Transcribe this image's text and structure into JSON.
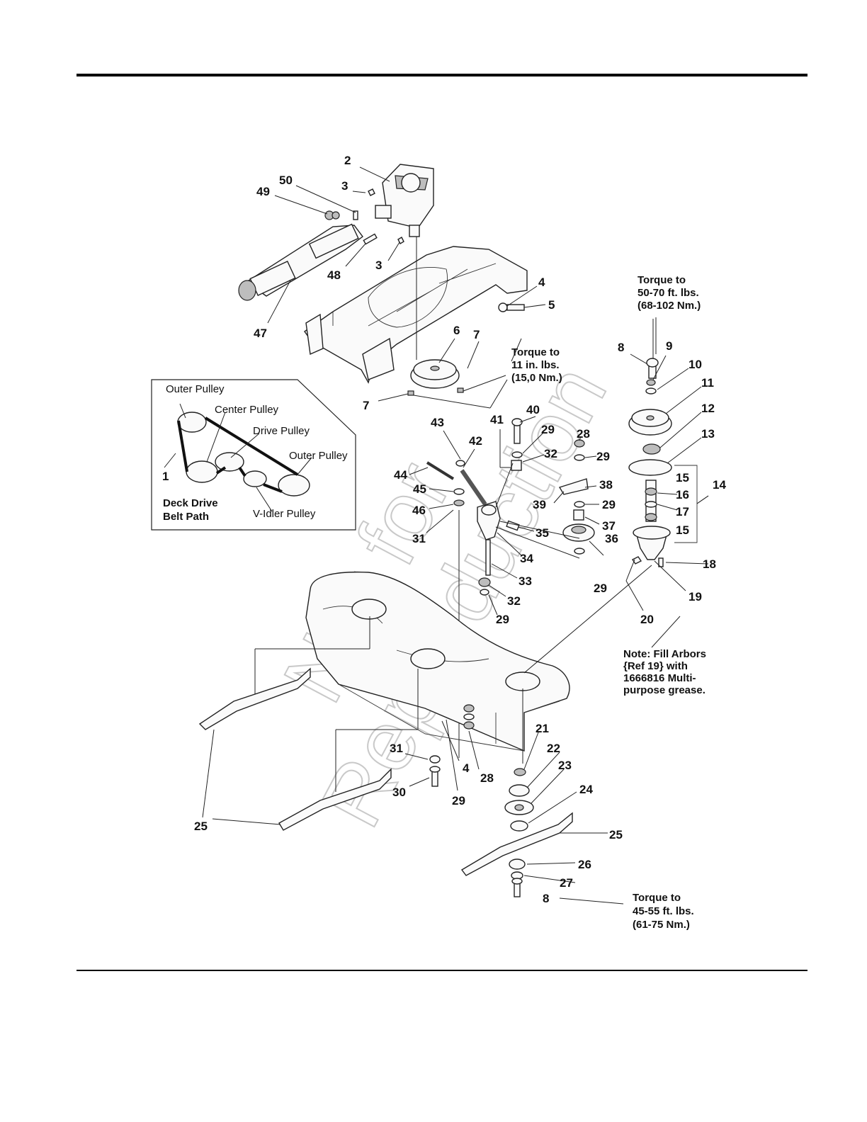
{
  "callouts": [
    {
      "id": "c2",
      "text": "2"
    },
    {
      "id": "c50",
      "text": "50"
    },
    {
      "id": "c3a",
      "text": "3"
    },
    {
      "id": "c49",
      "text": "49"
    },
    {
      "id": "c3b",
      "text": "3"
    },
    {
      "id": "c48",
      "text": "48"
    },
    {
      "id": "c47",
      "text": "47"
    },
    {
      "id": "c4a",
      "text": "4"
    },
    {
      "id": "c5",
      "text": "5"
    },
    {
      "id": "c6",
      "text": "6"
    },
    {
      "id": "c7a",
      "text": "7"
    },
    {
      "id": "c7b",
      "text": "7"
    },
    {
      "id": "c8a",
      "text": "8"
    },
    {
      "id": "c9",
      "text": "9"
    },
    {
      "id": "c10",
      "text": "10"
    },
    {
      "id": "c11",
      "text": "11"
    },
    {
      "id": "c12",
      "text": "12"
    },
    {
      "id": "c13",
      "text": "13"
    },
    {
      "id": "c14",
      "text": "14"
    },
    {
      "id": "c15a",
      "text": "15"
    },
    {
      "id": "c16",
      "text": "16"
    },
    {
      "id": "c17",
      "text": "17"
    },
    {
      "id": "c15b",
      "text": "15"
    },
    {
      "id": "c18",
      "text": "18"
    },
    {
      "id": "c19",
      "text": "19"
    },
    {
      "id": "c20",
      "text": "20"
    },
    {
      "id": "c1",
      "text": "1"
    },
    {
      "id": "c40",
      "text": "40"
    },
    {
      "id": "c41",
      "text": "41"
    },
    {
      "id": "c43",
      "text": "43"
    },
    {
      "id": "c42",
      "text": "42"
    },
    {
      "id": "c44",
      "text": "44"
    },
    {
      "id": "c45",
      "text": "45"
    },
    {
      "id": "c46",
      "text": "46"
    },
    {
      "id": "c31a",
      "text": "31"
    },
    {
      "id": "c29a",
      "text": "29"
    },
    {
      "id": "c32a",
      "text": "32"
    },
    {
      "id": "c28a",
      "text": "28"
    },
    {
      "id": "c29b",
      "text": "29"
    },
    {
      "id": "c38",
      "text": "38"
    },
    {
      "id": "c39",
      "text": "39"
    },
    {
      "id": "c29c",
      "text": "29"
    },
    {
      "id": "c37",
      "text": "37"
    },
    {
      "id": "c35",
      "text": "35"
    },
    {
      "id": "c36",
      "text": "36"
    },
    {
      "id": "c34",
      "text": "34"
    },
    {
      "id": "c33",
      "text": "33"
    },
    {
      "id": "c29d",
      "text": "29"
    },
    {
      "id": "c32b",
      "text": "32"
    },
    {
      "id": "c29e",
      "text": "29"
    },
    {
      "id": "c21",
      "text": "21"
    },
    {
      "id": "c22",
      "text": "22"
    },
    {
      "id": "c23",
      "text": "23"
    },
    {
      "id": "c24",
      "text": "24"
    },
    {
      "id": "c25a",
      "text": "25"
    },
    {
      "id": "c26",
      "text": "26"
    },
    {
      "id": "c27",
      "text": "27"
    },
    {
      "id": "c8b",
      "text": "8"
    },
    {
      "id": "c31b",
      "text": "31"
    },
    {
      "id": "c30",
      "text": "30"
    },
    {
      "id": "c4b",
      "text": "4"
    },
    {
      "id": "c28b",
      "text": "28"
    },
    {
      "id": "c29f",
      "text": "29"
    },
    {
      "id": "c25b",
      "text": "25"
    }
  ],
  "notes": {
    "torque_arbor": [
      "Torque to",
      "50-70 ft. lbs.",
      "(68-102 Nm.)"
    ],
    "torque_pulley": [
      "Torque to",
      "11 in. lbs.",
      "(15,0 Nm.)"
    ],
    "grease": [
      "Note: Fill Arbors",
      "{Ref 19} with",
      "1666816 Multi-",
      "purpose grease."
    ],
    "torque_blade": [
      "Torque to",
      "45-55 ft. lbs.",
      "(61-75 Nm.)"
    ]
  },
  "inset": {
    "outer_pulley_left": "Outer Pulley",
    "center_pulley": "Center Pulley",
    "drive_pulley": "Drive Pulley",
    "outer_pulley_right": "Outer Pulley",
    "v_idler_pulley": "V-Idler Pulley",
    "title_line1": "Deck Drive",
    "title_line2": "Belt Path"
  },
  "watermark": [
    "Not for",
    "Reproduction"
  ]
}
